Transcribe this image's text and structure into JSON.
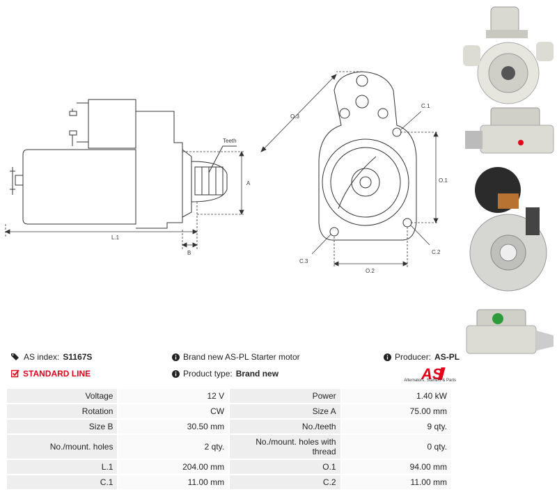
{
  "drawing": {
    "labels": {
      "teeth": "Teeth",
      "a": "A",
      "b": "B",
      "l1": "L.1",
      "o3": "O.3",
      "c1": "C.1",
      "o1": "O.1",
      "c2": "C.2",
      "c3": "C.3",
      "o2": "O.2"
    }
  },
  "info": {
    "as_index_label": "AS index:",
    "as_index_value": "S1167S",
    "description": "Brand new AS-PL Starter motor",
    "producer_label": "Producer:",
    "producer_value": "AS-PL",
    "line": "STANDARD LINE",
    "product_type_label": "Product type:",
    "product_type_value": "Brand new"
  },
  "logo": {
    "text": "AS",
    "tagline": "Alternators, Starters & Parts",
    "color": "#e3001b"
  },
  "specs": [
    {
      "k1": "Voltage",
      "v1": "12 V",
      "k2": "Power",
      "v2": "1.40 kW"
    },
    {
      "k1": "Rotation",
      "v1": "CW",
      "k2": "Size A",
      "v2": "75.00 mm"
    },
    {
      "k1": "Size B",
      "v1": "30.50 mm",
      "k2": "No./teeth",
      "v2": "9 qty."
    },
    {
      "k1": "No./mount. holes",
      "v1": "2 qty.",
      "k2": "No./mount. holes with thread",
      "v2": "0 qty."
    },
    {
      "k1": "L.1",
      "v1": "204.00 mm",
      "k2": "O.1",
      "v2": "94.00 mm"
    },
    {
      "k1": "C.1",
      "v1": "11.00 mm",
      "k2": "C.2",
      "v2": "11.00 mm"
    }
  ],
  "icons": {
    "tags": "tags-icon",
    "info": "info-icon",
    "check": "checkbox-icon"
  }
}
